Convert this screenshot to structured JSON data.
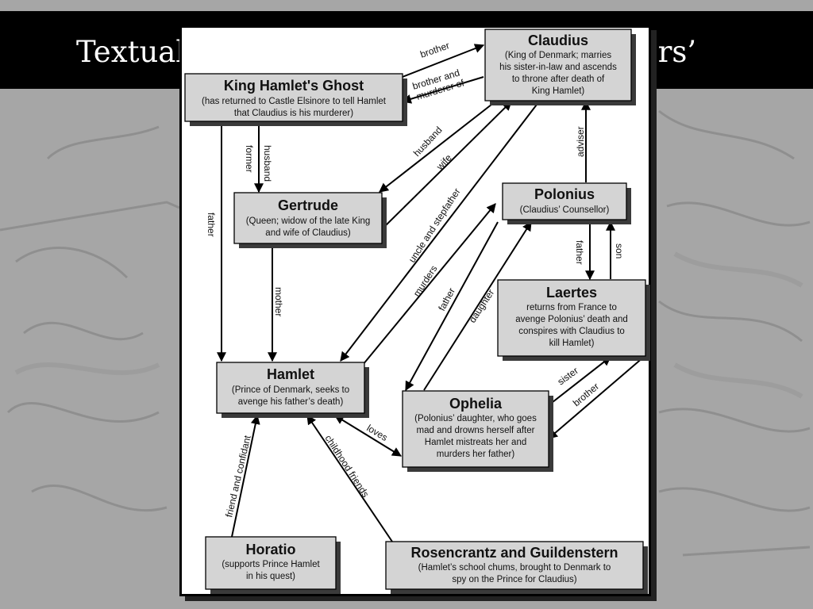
{
  "slide": {
    "title_left": "Textual",
    "title_right": "acters’"
  },
  "nodes": {
    "claudius": {
      "name": "Claudius",
      "desc": [
        "(King of Denmark; marries",
        "his sister-in-law and ascends",
        "to throne after death of",
        "King Hamlet)"
      ]
    },
    "ghost": {
      "name": "King Hamlet's Ghost",
      "desc": [
        "(has returned to Castle Elsinore to tell Hamlet",
        "that Claudius is his murderer)"
      ]
    },
    "gertrude": {
      "name": "Gertrude",
      "desc": [
        "(Queen; widow of the late King",
        "and wife of Claudius)"
      ]
    },
    "polonius": {
      "name": "Polonius",
      "desc": [
        "(Claudius’ Counsellor)"
      ]
    },
    "laertes": {
      "name": "Laertes",
      "desc": [
        "returns from France to",
        "avenge Polonius’ death and",
        "conspires with Claudius to",
        "kill Hamlet)"
      ]
    },
    "hamlet": {
      "name": "Hamlet",
      "desc": [
        "(Prince of Denmark, seeks to",
        "avenge his father’s death)"
      ]
    },
    "ophelia": {
      "name": "Ophelia",
      "desc": [
        "(Polonius’ daughter, who goes",
        "mad and drowns herself after",
        "Hamlet mistreats her and",
        "murders her father)"
      ]
    },
    "horatio": {
      "name": "Horatio",
      "desc": [
        "(supports Prince Hamlet",
        "in his quest)"
      ]
    },
    "rosguil": {
      "name": "Rosencrantz and Guildenstern",
      "desc": [
        "(Hamlet’s school chums, brought to Denmark to",
        "spy on the Prince for Claudius)"
      ]
    }
  },
  "edge_labels": {
    "brother": "brother",
    "brother_murderer": [
      "brother and",
      "murderer of"
    ],
    "former_husband": [
      "former",
      "husband"
    ],
    "father_ghost": "father",
    "husband": "husband",
    "wife": "wife",
    "adviser": "adviser",
    "uncle_stepfather": "uncle and stepfather",
    "murders": "murders",
    "mother": "mother",
    "father_polonius_laertes": "father",
    "son": "son",
    "father_polonius_ophelia": "father",
    "daughter": "daughter",
    "sister": "sister",
    "brother_laertes": "brother",
    "loves": "loves",
    "friend_confidant": "friend and confidant",
    "childhood_friends": "childhood friends"
  }
}
